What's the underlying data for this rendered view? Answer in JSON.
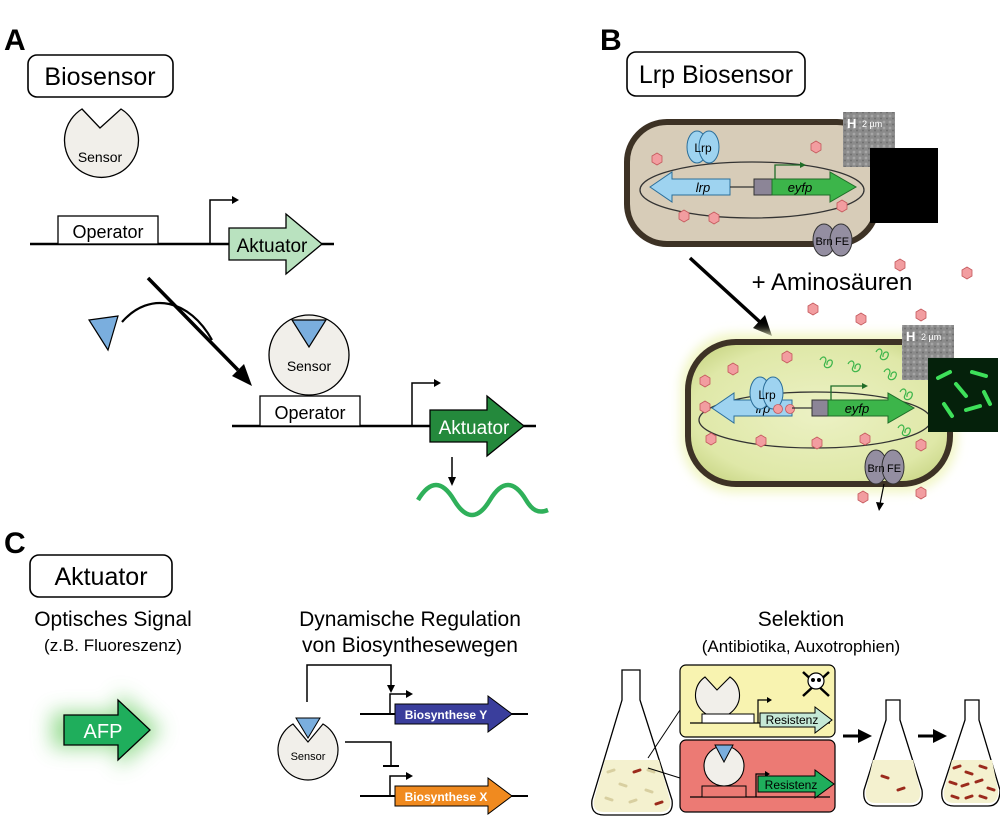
{
  "panel_a": {
    "letter": "A",
    "title": "Biosensor",
    "sensor_label": "Sensor",
    "operator_label": "Operator",
    "actuator_label": "Aktuator",
    "sensor_label_bound": "Sensor",
    "operator_label_bound": "Operator",
    "actuator_label_bound": "Aktuator"
  },
  "panel_b": {
    "letter": "B",
    "title": "Lrp Biosensor",
    "lrp_protein": "Lrp",
    "lrp_gene": "lrp",
    "eyfp_gene": "eyfp",
    "transporter_left": "Brn",
    "transporter_right": "FE",
    "scale_bar": "2 µm",
    "treatment": "+ Aminosäuren",
    "colors": {
      "cell_off": "#d7ccb8",
      "cell_on": "#e2ebb2",
      "amino_acid": "#f29da0",
      "eyfp": "#3cb54a",
      "lrp": "#9ed3f0"
    }
  },
  "panel_c": {
    "letter": "C",
    "title": "Aktuator",
    "optical": {
      "line1": "Optisches Signal",
      "line2": "(z.B. Fluoreszenz)",
      "afp_label": "AFP"
    },
    "dynamic": {
      "line1": "Dynamische Regulation",
      "line2": "von Biosynthesewegen",
      "sensor_label": "Sensor",
      "gene_y": "Biosynthese Y",
      "gene_x": "Biosynthese X"
    },
    "selection": {
      "line1": "Selektion",
      "line2": "(Antibiotika, Auxotrophien)",
      "resistance_top": "Resistenz",
      "resistance_bottom": "Resistenz",
      "skull_icon": "skull-crossbones"
    },
    "colors": {
      "gene_y": "#3a3e9c",
      "gene_x": "#f08a1f",
      "selection_off": "#f8f3b0",
      "selection_on": "#ec7a74"
    }
  }
}
